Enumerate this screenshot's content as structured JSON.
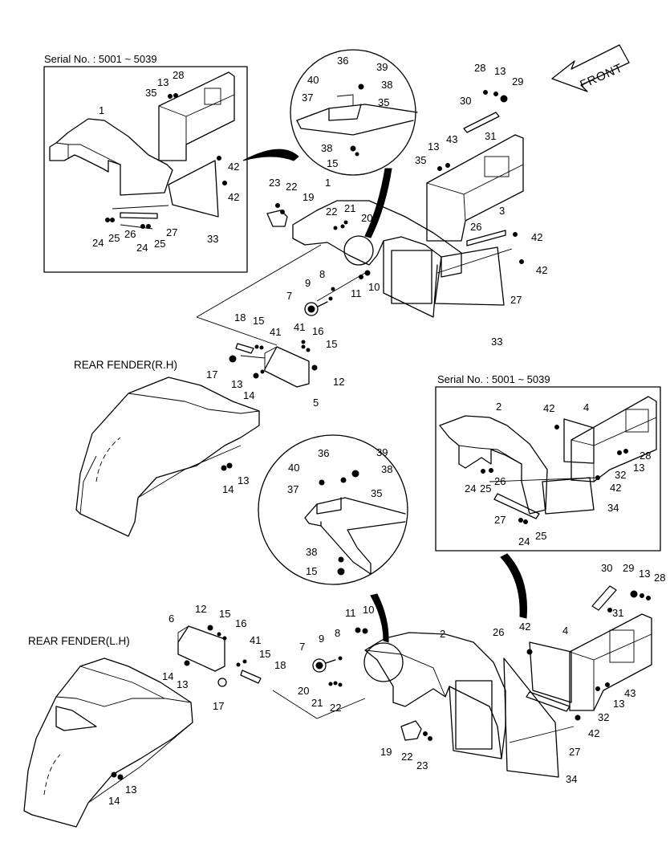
{
  "front_label": "FRONT",
  "rear_fender_rh": "REAR FENDER(R.H)",
  "rear_fender_lh": "REAR FENDER(L.H)",
  "serial_rh": "Serial No. : 5001 ~ 5039",
  "serial_lh": "Serial No. : 5001 ~ 5039",
  "colors": {
    "line": "#000000",
    "background": "#ffffff"
  },
  "callouts": {
    "a01": "1",
    "a02": "13",
    "a03": "28",
    "a04": "35",
    "a05": "42",
    "a06": "42",
    "a07": "33",
    "a08": "24",
    "a09": "25",
    "a10": "26",
    "a11": "24",
    "a12": "25",
    "a13": "27",
    "b01": "36",
    "b02": "39",
    "b03": "40",
    "b04": "38",
    "b05": "37",
    "b06": "35",
    "b07": "38",
    "b08": "15",
    "c01": "28",
    "c02": "13",
    "c03": "29",
    "c04": "30",
    "c05": "31",
    "c06": "13",
    "c07": "43",
    "c08": "35",
    "c09": "3",
    "c10": "26",
    "c11": "42",
    "c12": "42",
    "c13": "27",
    "c14": "33",
    "d01": "23",
    "d02": "22",
    "d03": "19",
    "d04": "1",
    "d05": "22",
    "d06": "21",
    "d07": "20",
    "d08": "8",
    "d09": "9",
    "d10": "7",
    "d11": "11",
    "d12": "10",
    "e01": "18",
    "e02": "15",
    "e03": "41",
    "e04": "41",
    "e05": "16",
    "e06": "15",
    "e07": "17",
    "e08": "13",
    "e09": "14",
    "e10": "12",
    "e11": "5",
    "e12": "14",
    "e13": "13",
    "f01": "2",
    "f02": "42",
    "f03": "4",
    "f04": "32",
    "f05": "13",
    "f06": "28",
    "f07": "24",
    "f08": "25",
    "f09": "26",
    "f10": "42",
    "f11": "34",
    "f12": "27",
    "f13": "25",
    "f14": "24",
    "g01": "36",
    "g02": "39",
    "g03": "40",
    "g04": "38",
    "g05": "37",
    "g06": "35",
    "g07": "38",
    "g08": "15",
    "h01": "30",
    "h02": "29",
    "h03": "13",
    "h04": "28",
    "h05": "31",
    "h06": "26",
    "h07": "42",
    "h08": "4",
    "h09": "2",
    "h10": "32",
    "h11": "13",
    "h12": "43",
    "h13": "42",
    "h14": "27",
    "h15": "34",
    "h16": "19",
    "h17": "22",
    "h18": "23",
    "i01": "11",
    "i02": "10",
    "i03": "9",
    "i04": "8",
    "i05": "7",
    "i06": "20",
    "i07": "21",
    "i08": "22",
    "j01": "6",
    "j02": "12",
    "j03": "15",
    "j04": "16",
    "j05": "41",
    "j06": "15",
    "j07": "18",
    "j08": "14",
    "j09": "13",
    "j10": "17",
    "j11": "14",
    "j12": "13"
  }
}
